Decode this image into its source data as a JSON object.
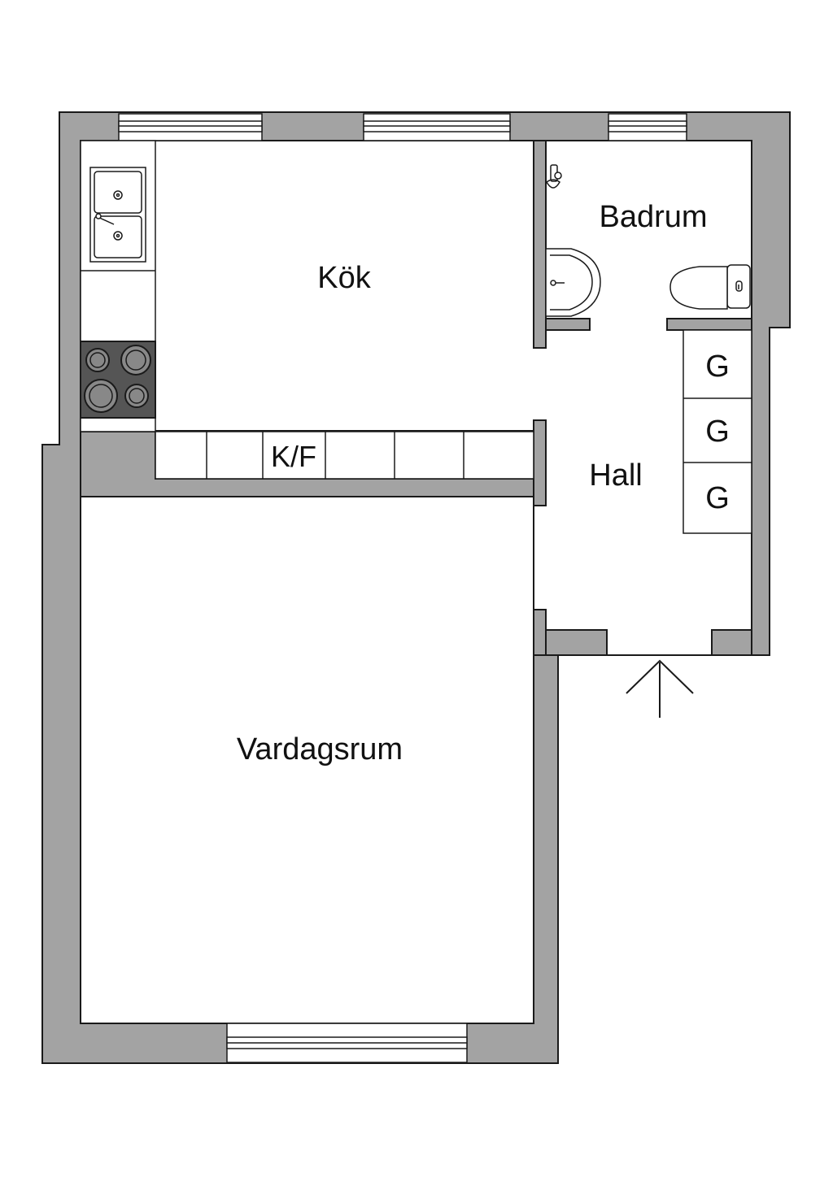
{
  "rooms": {
    "kitchen": "Kök",
    "bathroom": "Badrum",
    "hall": "Hall",
    "living": "Vardagsrum"
  },
  "fixtures": {
    "fridge_freezer": "K/F",
    "wardrobes": [
      "G",
      "G",
      "G"
    ]
  },
  "colors": {
    "wall": "#a3a3a3",
    "hob": "#555555",
    "line": "#1a1a1a"
  },
  "icons": [
    "sink-icon",
    "hob-icon",
    "toilet-icon",
    "washbasin-icon",
    "shower-icon",
    "entrance-arrow-icon"
  ]
}
